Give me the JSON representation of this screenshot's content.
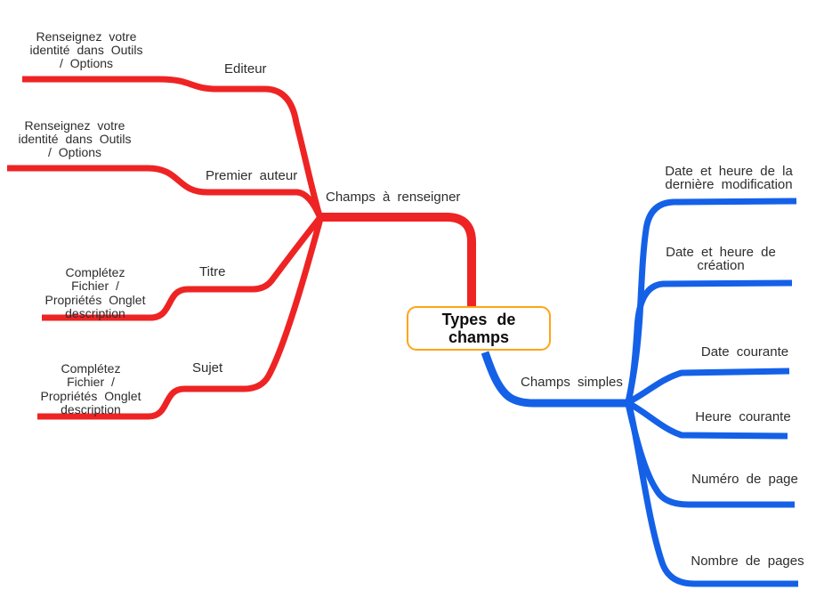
{
  "colors": {
    "red": "#EE2424",
    "blue": "#1461E8",
    "root_border": "#FFA418",
    "label_text": "#2d2d2d"
  },
  "root": {
    "label": "Types de\nchamps"
  },
  "left": {
    "label": "Champs à renseigner",
    "children": [
      {
        "label": "Editeur",
        "note": "Renseignez votre\nidentité dans Outils\n/ Options"
      },
      {
        "label": "Premier auteur",
        "note": "Renseignez votre\nidentité dans Outils\n/ Options"
      },
      {
        "label": "Titre",
        "note": "Complétez\nFichier /\nPropriétés Onglet\ndescription"
      },
      {
        "label": "Sujet",
        "note": "Complétez\nFichier /\nPropriétés Onglet\ndescription"
      }
    ]
  },
  "right": {
    "label": "Champs simples",
    "children": [
      {
        "label": "Date et heure de la\ndernière modification"
      },
      {
        "label": "Date et heure de\ncréation"
      },
      {
        "label": "Date courante"
      },
      {
        "label": "Heure courante"
      },
      {
        "label": "Numéro de page"
      },
      {
        "label": "Nombre de pages"
      }
    ]
  }
}
